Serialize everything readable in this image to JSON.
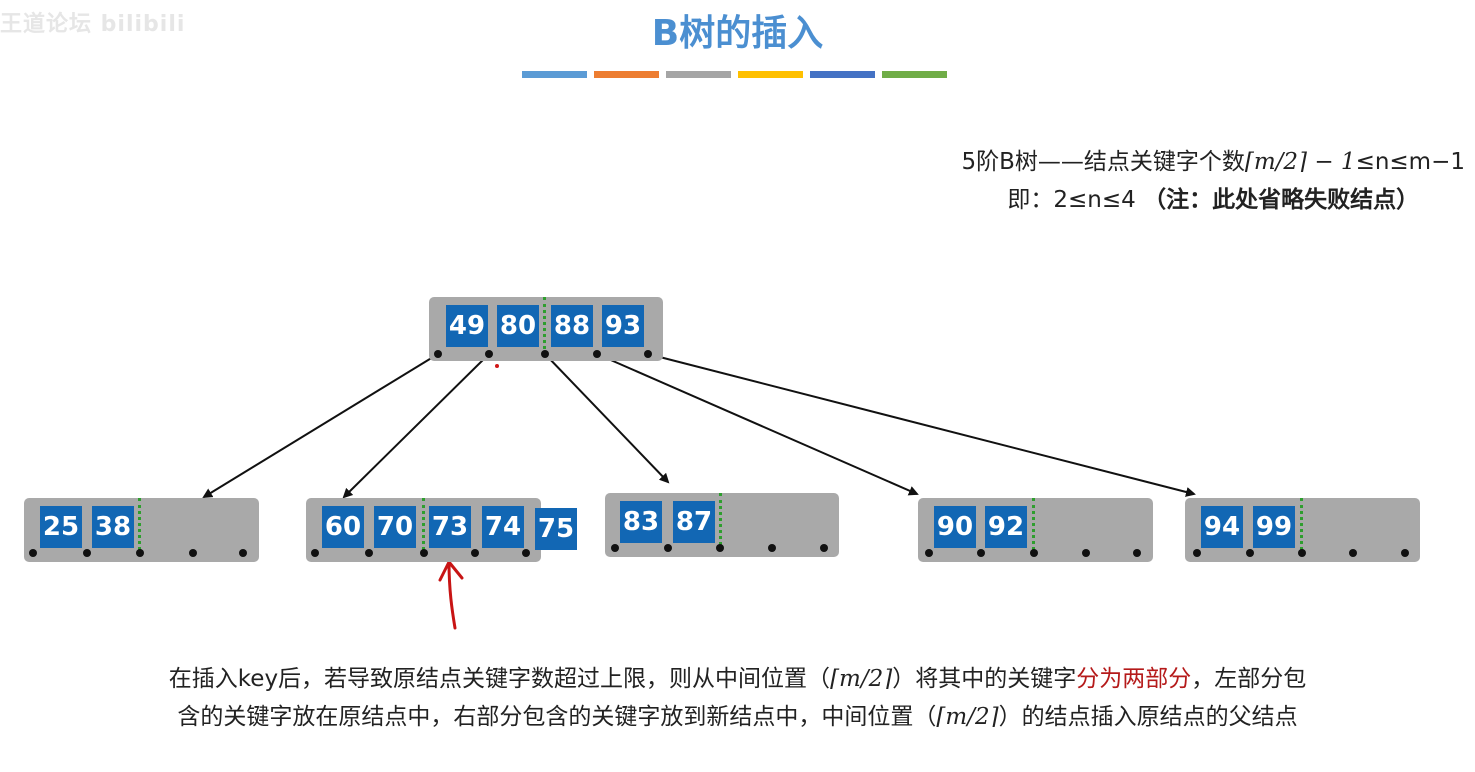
{
  "watermark": "王道论坛 bilibili",
  "title": "B树的插入",
  "color_bars": [
    "#5b9bd5",
    "#ed7d31",
    "#a5a5a5",
    "#ffc000",
    "#4472c4",
    "#70ad47"
  ],
  "info": {
    "line1_prefix": "5阶B树——结点关键字个数",
    "line1_formula": "⌈m/2⌉ − 1",
    "line1_suffix": "≤n≤m−1",
    "line2_prefix": "即：2≤n≤4",
    "line2_note": "（注：此处省略失败结点）"
  },
  "tree": {
    "root": {
      "keys": [
        "49",
        "80",
        "88",
        "93"
      ]
    },
    "children": [
      {
        "keys": [
          "25",
          "38"
        ]
      },
      {
        "keys": [
          "60",
          "70",
          "73",
          "74"
        ],
        "overflow_key": "75"
      },
      {
        "keys": [
          "83",
          "87"
        ]
      },
      {
        "keys": [
          "90",
          "92"
        ]
      },
      {
        "keys": [
          "94",
          "99"
        ]
      }
    ]
  },
  "description": {
    "line1_a": "在插入key后，若导致原结点关键字数超过上限，则从中间位置（",
    "formula": "⌈m/2⌉",
    "line1_b": "）将其中的关键字",
    "line1_red": "分为两部分",
    "line1_c": "，左部分包",
    "line2_a": "含的关键字放在原结点中，右部分包含的关键字放到新结点中，中间位置（",
    "line2_b": "）的结点插入原结点的父结点"
  }
}
